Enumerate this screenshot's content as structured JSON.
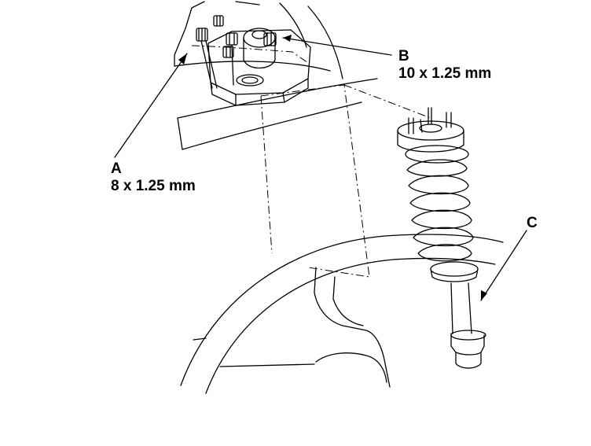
{
  "callouts": {
    "a": {
      "letter": "A",
      "size": "8 x 1.25 mm"
    },
    "b": {
      "letter": "B",
      "size": "10 x 1.25 mm"
    },
    "c": {
      "letter": "C"
    }
  },
  "colors": {
    "ink": "#000000",
    "background": "#ffffff"
  }
}
